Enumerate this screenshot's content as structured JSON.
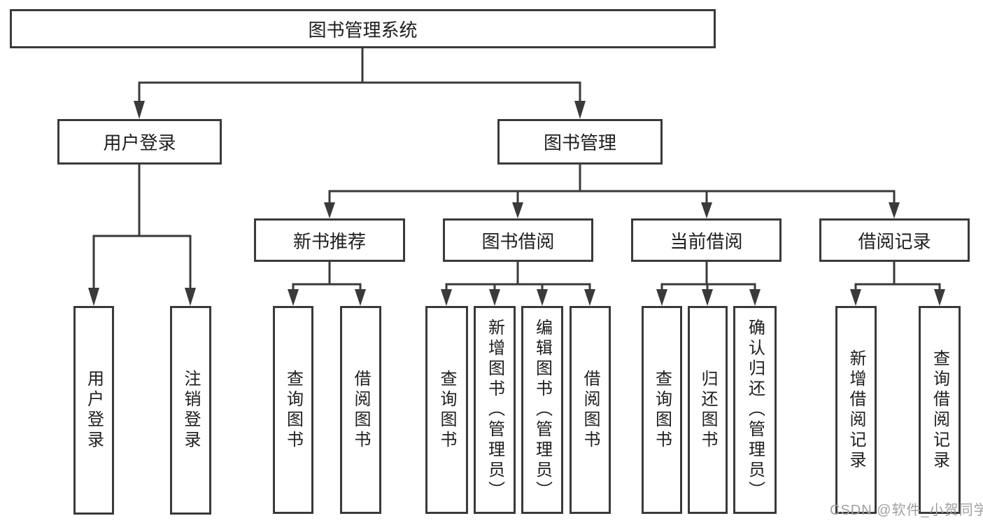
{
  "diagram": {
    "root": {
      "label": "图书管理系统"
    },
    "branches": [
      {
        "label": "用户登录",
        "children": [
          {
            "label": "用户登录"
          },
          {
            "label": "注销登录"
          }
        ]
      },
      {
        "label": "图书管理",
        "children": [
          {
            "label": "新书推荐",
            "children": [
              {
                "label": "查询图书"
              },
              {
                "label": "借阅图书"
              }
            ]
          },
          {
            "label": "图书借阅",
            "children": [
              {
                "label": "查询图书"
              },
              {
                "label": "新增图书（管理员）"
              },
              {
                "label": "编辑图书（管理员）"
              },
              {
                "label": "借阅图书"
              }
            ]
          },
          {
            "label": "当前借阅",
            "children": [
              {
                "label": "查询图书"
              },
              {
                "label": "归还图书"
              },
              {
                "label": "确认归还（管理员）"
              }
            ]
          },
          {
            "label": "借阅记录",
            "children": [
              {
                "label": "新增借阅记录"
              },
              {
                "label": "查询借阅记录"
              }
            ]
          }
        ]
      }
    ]
  },
  "watermark": {
    "text": "CSDN @软件_小贺同学"
  },
  "colors": {
    "line": "#3a3a3a",
    "box_border": "#3a3a3a",
    "text": "#1e1e1e",
    "watermark": "#a0a0a0",
    "background": "#ffffff"
  }
}
